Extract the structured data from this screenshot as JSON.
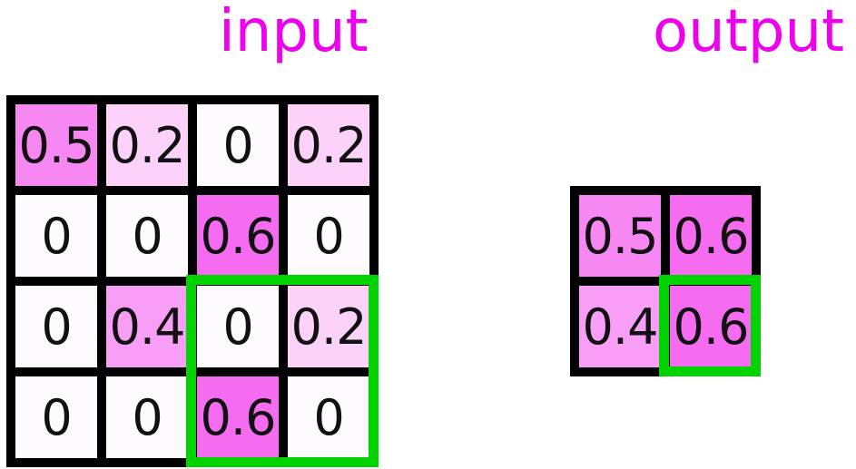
{
  "titles": {
    "input": "input",
    "output": "output"
  },
  "colors": {
    "title": "#ee00ee",
    "grid_border": "#000000",
    "highlight": "#00d300",
    "value_colors": {
      "0": "#fefbfe",
      "0.2": "#fcd2fa",
      "0.4": "#f99ef6",
      "0.5": "#f787f3",
      "0.6": "#f56cf1"
    }
  },
  "input": {
    "values": [
      [
        "0.5",
        "0.2",
        "0",
        "0.2"
      ],
      [
        "0",
        "0",
        "0.6",
        "0"
      ],
      [
        "0",
        "0.4",
        "0",
        "0.2"
      ],
      [
        "0",
        "0",
        "0.6",
        "0"
      ]
    ],
    "highlight_window": "rows 3-4, cols 3-4"
  },
  "output": {
    "values": [
      [
        "0.5",
        "0.6"
      ],
      [
        "0.4",
        "0.6"
      ]
    ],
    "highlight_window": "row 2, col 2"
  }
}
